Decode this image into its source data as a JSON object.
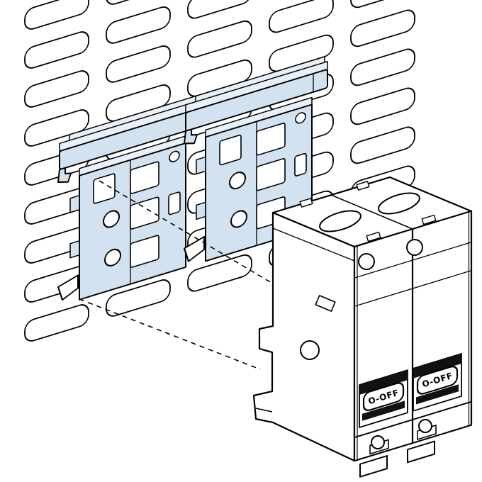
{
  "diagram": {
    "kind": "installation-illustration"
  },
  "colors": {
    "background": "#ffffff",
    "line": "#000000",
    "clip_fill": "#d3e2f1",
    "clip_fill_light": "#e9f1f8",
    "shadow": "#111111"
  },
  "breaker": {
    "poles": [
      {
        "toggle_label": "O-OFF"
      },
      {
        "toggle_label": "O-OFF"
      }
    ]
  }
}
